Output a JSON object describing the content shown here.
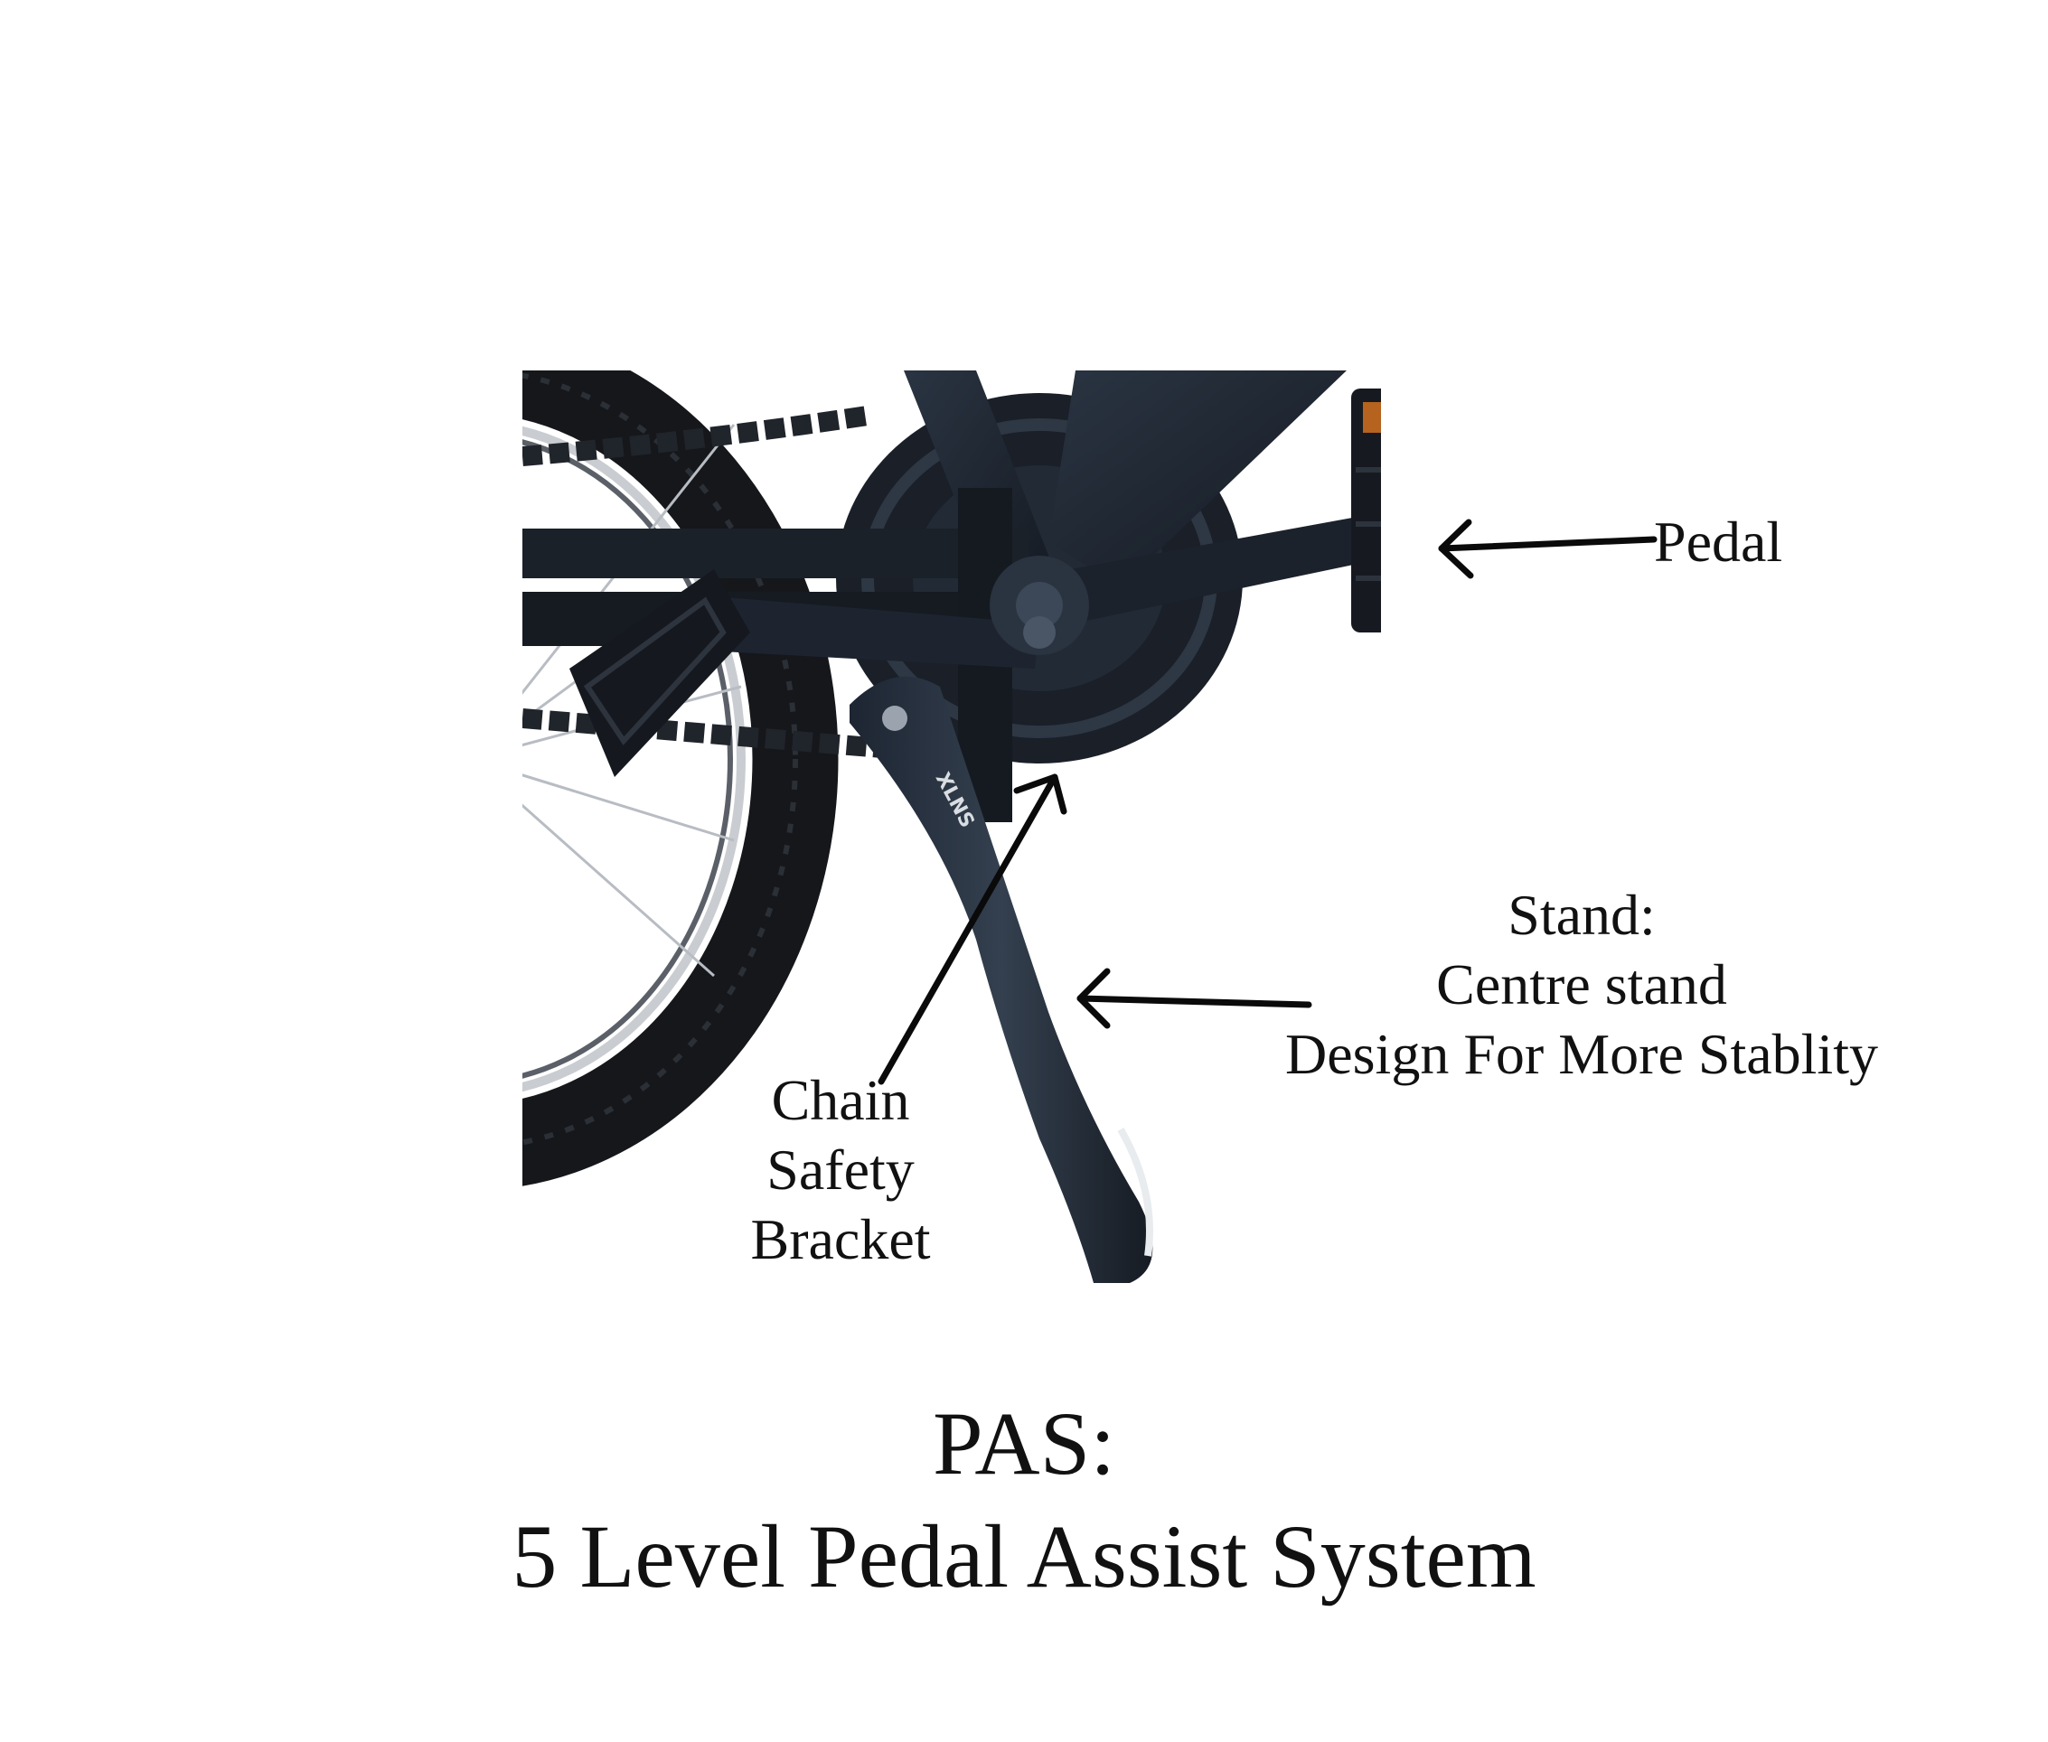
{
  "colors": {
    "background": "#ffffff",
    "text": "#111111",
    "bike_frame": "#1c2430",
    "tyre": "#1a1c20",
    "arrow": "#0a0a0a"
  },
  "labels": {
    "pedal": "Pedal",
    "stand": {
      "line1": "Stand:",
      "line2": "Centre stand",
      "line3": "Design For More Stablity"
    },
    "chain": {
      "line1": "Chain",
      "line2": "Safety",
      "line3": "Bracket"
    },
    "footer": {
      "line1": "PAS:",
      "line2": "5 Level Pedal Assist System"
    }
  },
  "photo": {
    "bike_logo_text": "XLNS"
  }
}
